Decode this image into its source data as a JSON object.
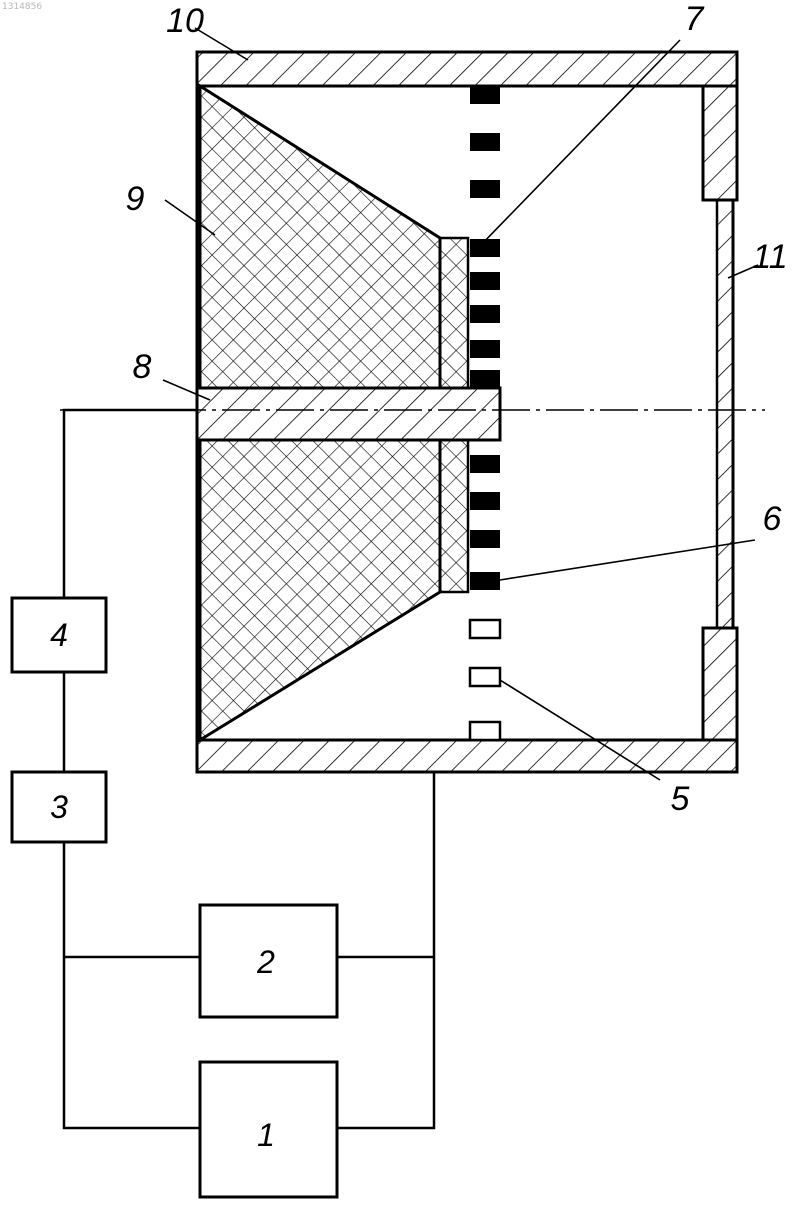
{
  "doc_id": "1314856",
  "blocks": {
    "b1": "1",
    "b2": "2",
    "b3": "3",
    "b4": "4"
  },
  "labels": {
    "l5": "5",
    "l6": "6",
    "l7": "7",
    "l8": "8",
    "l9": "9",
    "l10": "10",
    "l11": "11"
  },
  "colors": {
    "ink": "#000000",
    "paper": "#ffffff"
  }
}
